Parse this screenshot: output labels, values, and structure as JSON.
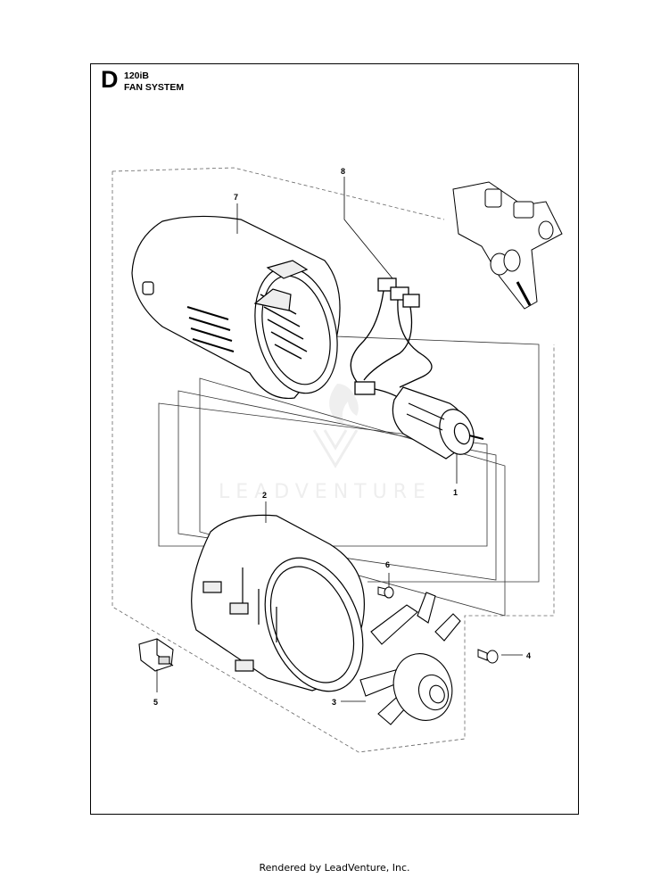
{
  "header": {
    "section_letter": "D",
    "model": "120iB",
    "system_name": "FAN SYSTEM"
  },
  "callouts": {
    "c1": "1",
    "c2": "2",
    "c3": "3",
    "c4": "4",
    "c5": "5",
    "c6": "6",
    "c7": "7",
    "c8": "8"
  },
  "watermark": "LEADVENTURE",
  "footer": "Rendered by LeadVenture, Inc."
}
